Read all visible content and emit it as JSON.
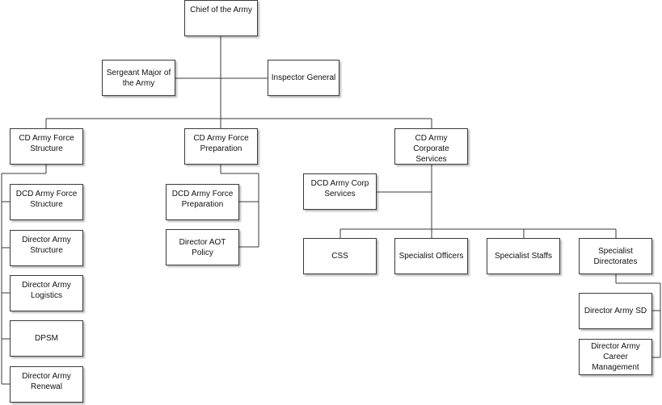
{
  "org_chart": {
    "nodes": {
      "chief": "Chief of the Army",
      "sergeant_major": "Sergeant Major of\nthe Army",
      "inspector_general": "Inspector General",
      "cd_force_structure": "CD Army Force\nStructure",
      "cd_force_preparation": "CD Army Force\nPreparation",
      "cd_corporate_services": "CD Army Corporate\nServices",
      "dcd_force_structure": "DCD Army Force\nStructure",
      "director_structure": "Director Army\nStructure",
      "director_logistics": "Director Army\nLogistics",
      "dpsm": "DPSM",
      "director_renewal": "Director Army\nRenewal",
      "dcd_force_preparation": "DCD Army Force\nPreparation",
      "director_aot_policy": "Director AOT Policy",
      "dcd_corp_services": "DCD Army Corp\nServices",
      "css": "CSS",
      "specialist_officers": "Specialist Officers",
      "specialist_staffs": "Specialist Staffs",
      "specialist_directorates": "Specialist\nDirectorates",
      "director_sd": "Director Army SD",
      "director_career": "Director Army\nCareer Management"
    }
  }
}
